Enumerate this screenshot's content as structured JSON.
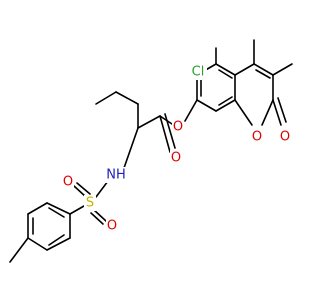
{
  "molecule": {
    "atoms": {
      "cl": {
        "text": "Cl",
        "color": "#2ca02c"
      },
      "o_ester": {
        "text": "O",
        "color": "#e00000"
      },
      "o_carbonyl": {
        "text": "O",
        "color": "#e00000"
      },
      "o_ring": {
        "text": "O",
        "color": "#e00000"
      },
      "o_lactone": {
        "text": "O",
        "color": "#e00000"
      },
      "nh": {
        "text": "NH",
        "color": "#2020c0"
      },
      "s": {
        "text": "S",
        "color": "#c8b400"
      },
      "o_s1": {
        "text": "O",
        "color": "#e00000"
      },
      "o_s2": {
        "text": "O",
        "color": "#e00000"
      }
    }
  }
}
